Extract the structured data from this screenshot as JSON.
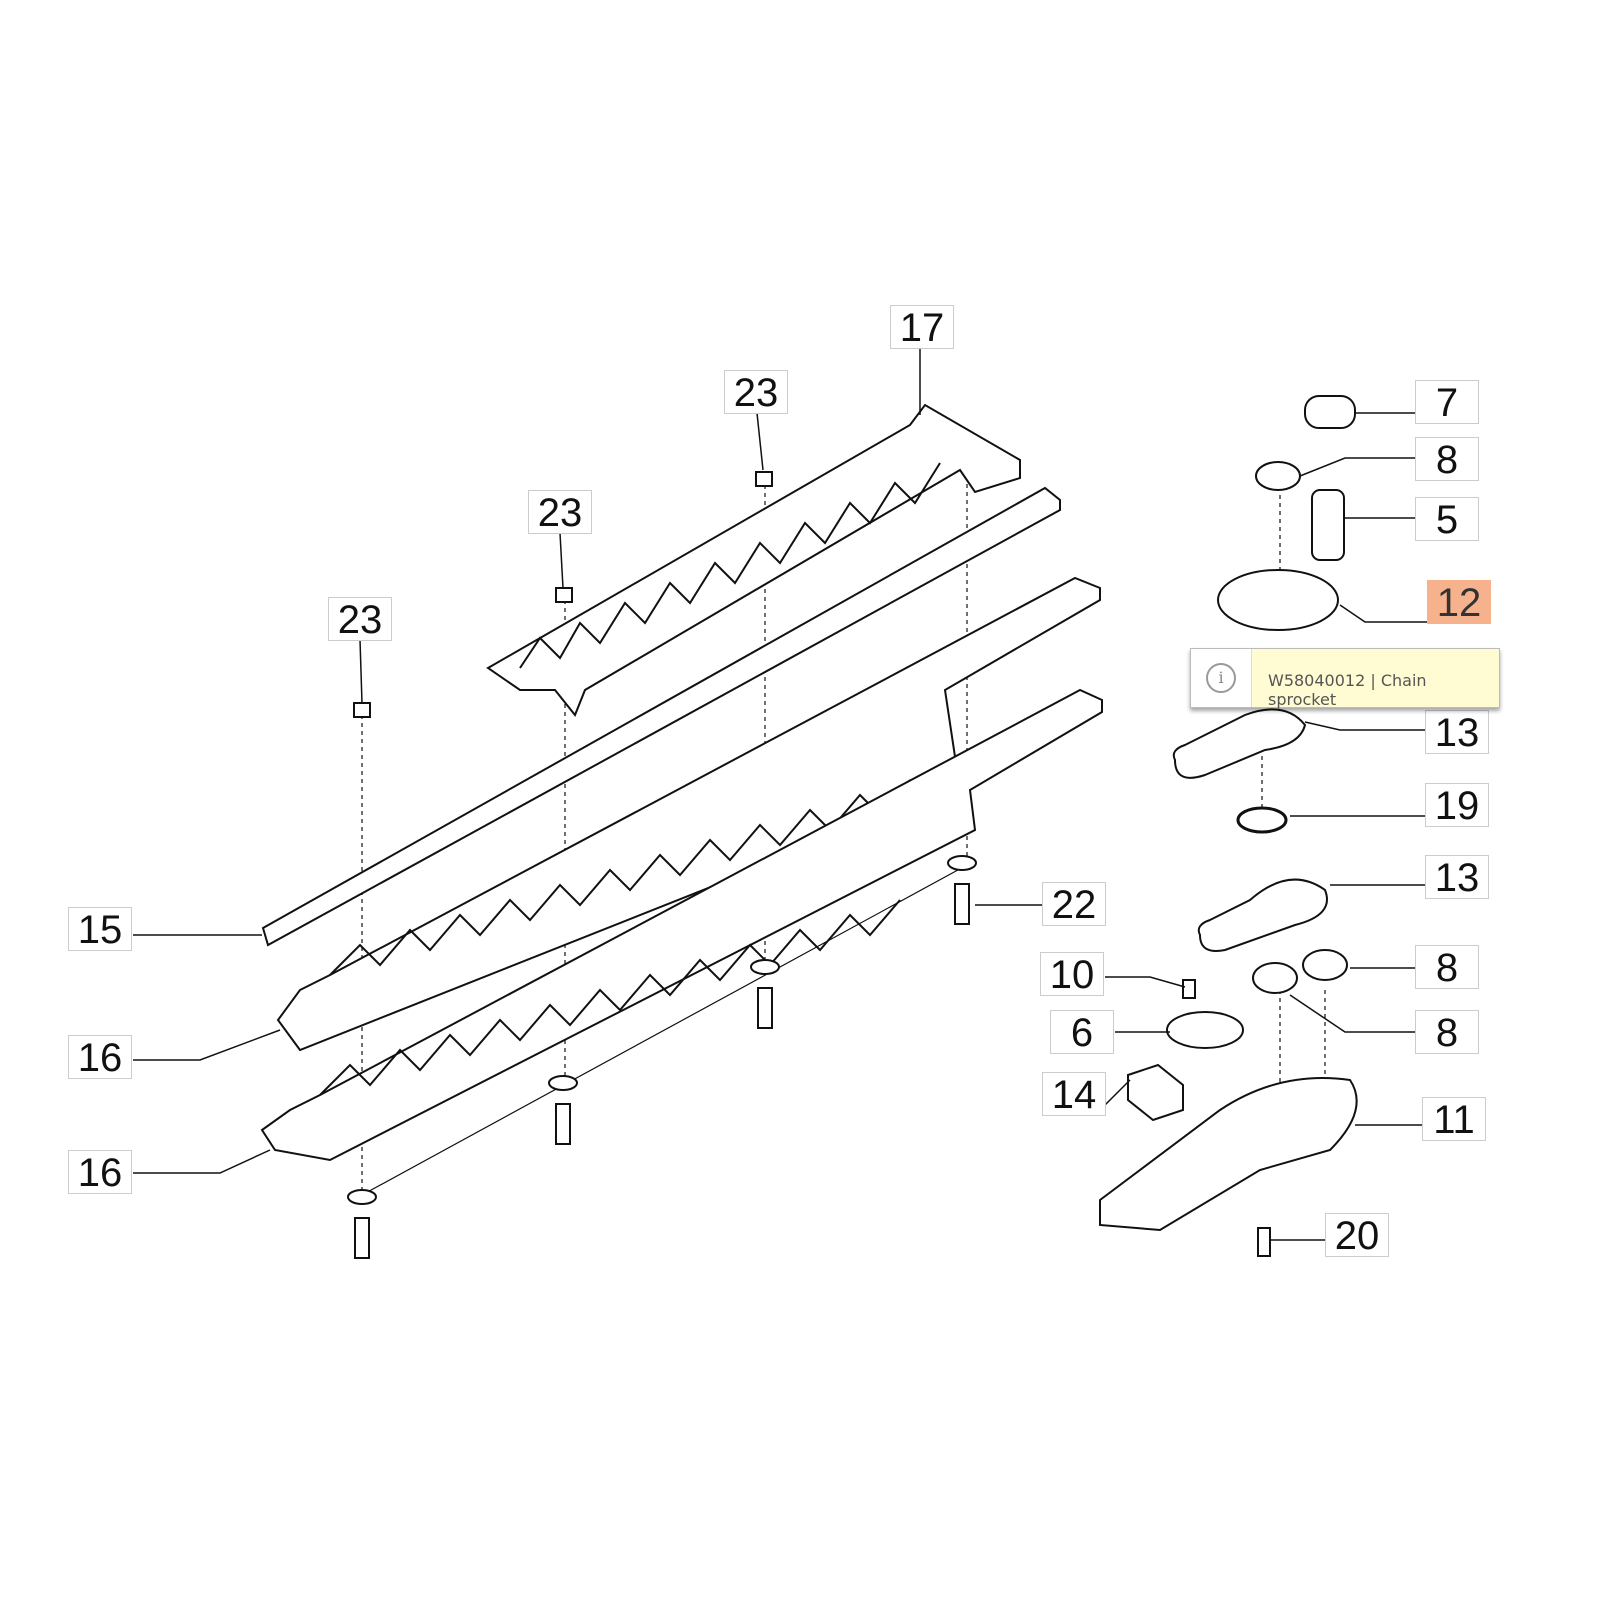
{
  "callouts": [
    {
      "id": "17",
      "text": "17"
    },
    {
      "id": "23a",
      "text": "23"
    },
    {
      "id": "23b",
      "text": "23"
    },
    {
      "id": "23c",
      "text": "23"
    },
    {
      "id": "7",
      "text": "7"
    },
    {
      "id": "8a",
      "text": "8"
    },
    {
      "id": "5",
      "text": "5"
    },
    {
      "id": "12",
      "text": "12"
    },
    {
      "id": "13hidden",
      "text": "13"
    },
    {
      "id": "19",
      "text": "19"
    },
    {
      "id": "13",
      "text": "13"
    },
    {
      "id": "22",
      "text": "22"
    },
    {
      "id": "15",
      "text": "15"
    },
    {
      "id": "10",
      "text": "10"
    },
    {
      "id": "8b",
      "text": "8"
    },
    {
      "id": "6",
      "text": "6"
    },
    {
      "id": "8c",
      "text": "8"
    },
    {
      "id": "16a",
      "text": "16"
    },
    {
      "id": "14",
      "text": "14"
    },
    {
      "id": "11",
      "text": "11"
    },
    {
      "id": "16b",
      "text": "16"
    },
    {
      "id": "20",
      "text": "20"
    }
  ],
  "highlight_color": "#f5b28c",
  "tooltip": {
    "icon": "info-icon",
    "icon_glyph": "i",
    "text": "W58040012 | Chain sprocket"
  }
}
